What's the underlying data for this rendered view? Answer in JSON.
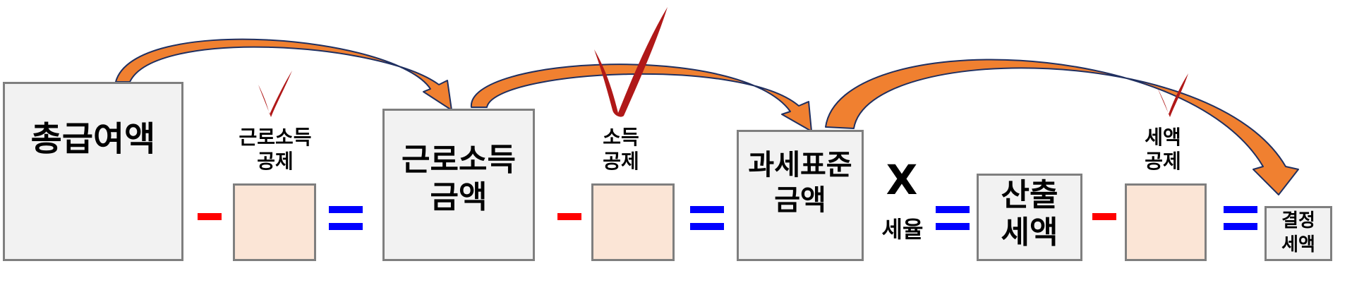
{
  "colors": {
    "box_fill": "#f2f2f2",
    "box_border": "#7f7f7f",
    "deduction_fill": "#fbe5d6",
    "minus": "#ff0000",
    "equals": "#0000ff",
    "arrow_fill": "#f08030",
    "arrow_edge": "#1f2f60",
    "check": "#b01818"
  },
  "boxes": {
    "gross_salary": "총급여액",
    "earned_income_amount": [
      "근로소득",
      "금액"
    ],
    "tax_base": [
      "과세표준",
      "금액"
    ],
    "calculated_tax": [
      "산출",
      "세액"
    ],
    "determined_tax": [
      "결정",
      "세액"
    ]
  },
  "labels": {
    "earned_income_deduction": [
      "근로소득",
      "공제"
    ],
    "income_deduction": [
      "소득",
      "공제"
    ],
    "tax_credit": [
      "세액",
      "공제"
    ],
    "tax_rate": "세율",
    "multiply": "X"
  },
  "icons": [
    "curved-arrow-icon",
    "checkmark-icon"
  ]
}
